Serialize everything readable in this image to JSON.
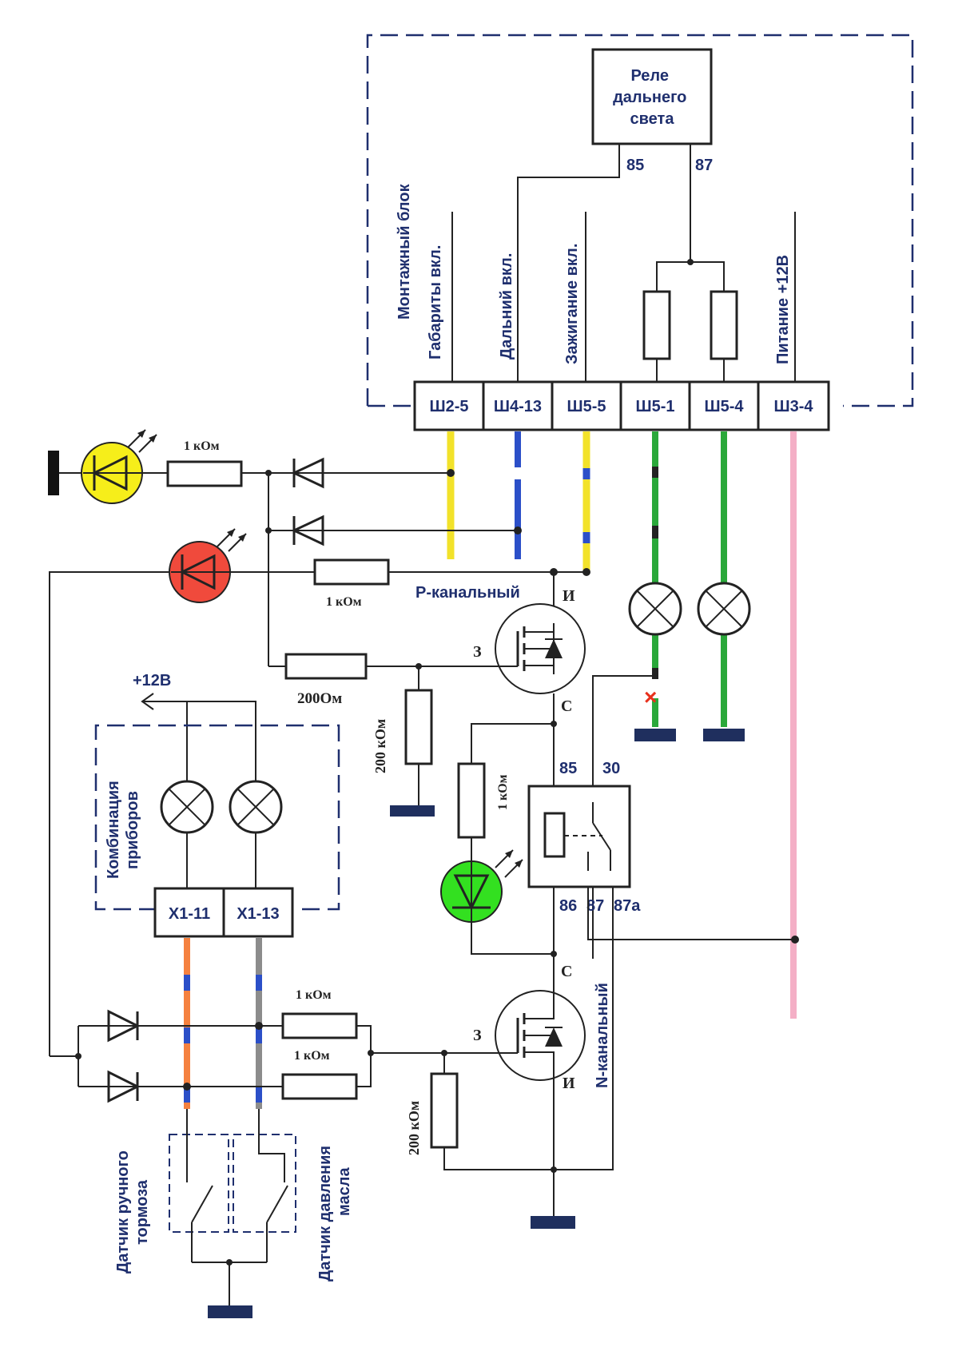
{
  "relay_high_beam": "Реле дальнего света",
  "relay_pins_top": [
    "85",
    "87"
  ],
  "mounting_block": "Монтажный блок",
  "connectors": [
    "Ш2-5",
    "Ш4-13",
    "Ш5-5",
    "Ш5-1",
    "Ш5-4",
    "Ш3-4"
  ],
  "connector_labels": {
    "gabarity": "Габариты вкл.",
    "dalniy": "Дальний вкл.",
    "zazhiganie": "Зажигание вкл.",
    "pitanie": "Питание +12В"
  },
  "res_1k": "1 кОм",
  "res_200ohm": "200Ом",
  "res_200k": "200 кОм",
  "p_channel": "Р-канальный",
  "n_channel": "N-канальный",
  "mosfet_pins": {
    "source": "И",
    "gate": "З",
    "drain": "С"
  },
  "plus12v": "+12В",
  "instrument_cluster": "Комбинация приборов",
  "cluster_connectors": [
    "Х1-11",
    "Х1-13"
  ],
  "relay_pins": [
    "85",
    "30",
    "86",
    "87",
    "87а"
  ],
  "sensor_handbrake": "Датчик ручного тормоза",
  "sensor_oil": "Датчик давления масла",
  "colors": {
    "yellow_led": "#f6ee1a",
    "red_led": "#f04a3c",
    "green_led": "#33e020",
    "pink_wire": "#f4afc6",
    "green_wire": "#2aa83a",
    "blue_wire": "#2b4fc8",
    "orange_wire": "#f5813f",
    "gray_wire": "#8c8c8c",
    "ground": "#1f2f5e"
  }
}
